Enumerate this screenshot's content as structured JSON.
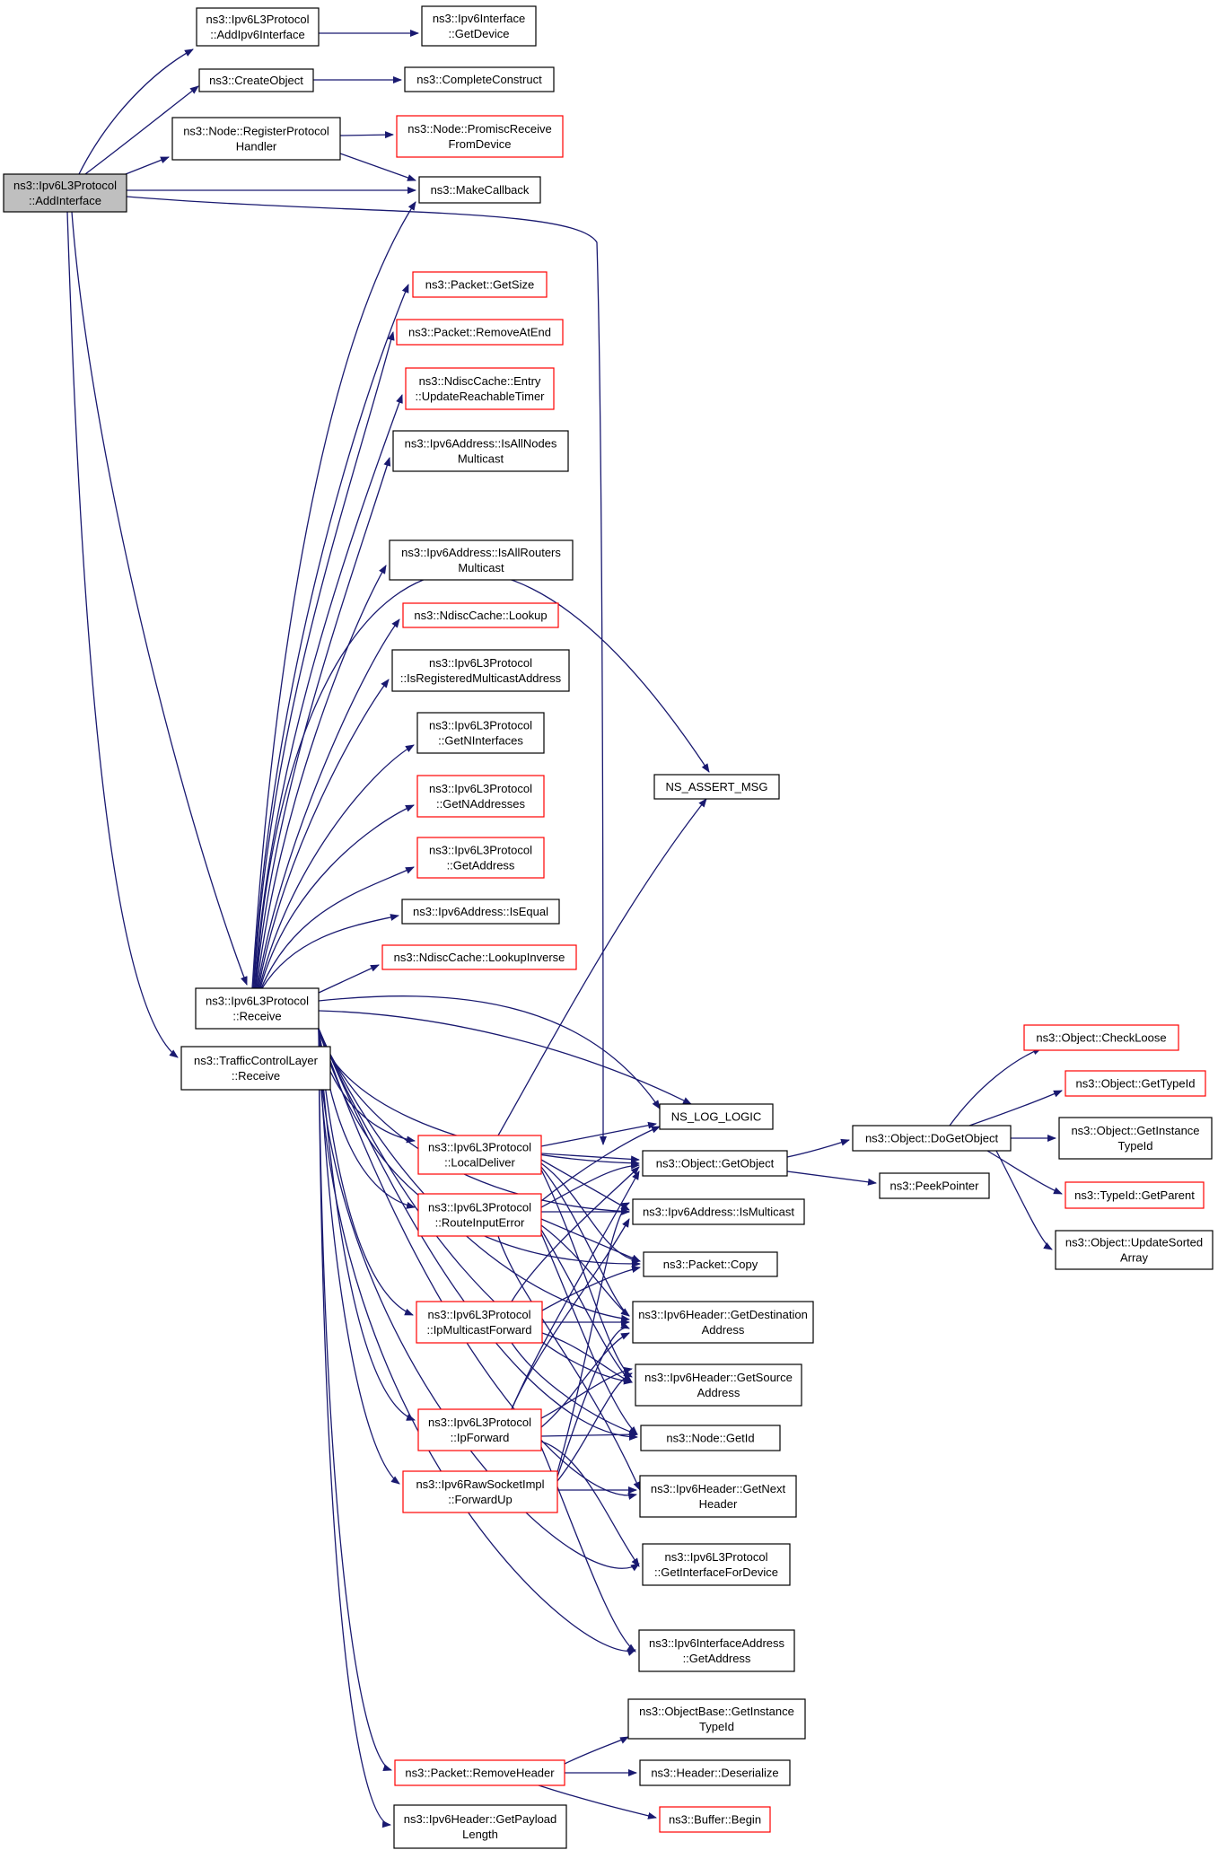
{
  "colors": {
    "edge": "#191970",
    "normal_border": "#000000",
    "incomplete_border": "#ff0000",
    "root_fill": "#bfbfbf",
    "node_fill": "#ffffff"
  },
  "nodes": {
    "add_interface": {
      "lines": [
        "ns3::Ipv6L3Protocol",
        "::AddInterface"
      ],
      "kind": "root"
    },
    "add_ipv6_interface": {
      "lines": [
        "ns3::Ipv6L3Protocol",
        "::AddIpv6Interface"
      ],
      "kind": "normal"
    },
    "ipv6_interface_get_device": {
      "lines": [
        "ns3::Ipv6Interface",
        "::GetDevice"
      ],
      "kind": "normal"
    },
    "create_object": {
      "lines": [
        "ns3::CreateObject"
      ],
      "kind": "normal"
    },
    "complete_construct": {
      "lines": [
        "ns3::CompleteConstruct"
      ],
      "kind": "normal"
    },
    "register_protocol_handler": {
      "lines": [
        "ns3::Node::RegisterProtocol",
        "Handler"
      ],
      "kind": "normal"
    },
    "promisc_receive": {
      "lines": [
        "ns3::Node::PromiscReceive",
        "FromDevice"
      ],
      "kind": "incomplete"
    },
    "make_callback": {
      "lines": [
        "ns3::MakeCallback"
      ],
      "kind": "normal"
    },
    "packet_get_size": {
      "lines": [
        "ns3::Packet::GetSize"
      ],
      "kind": "incomplete"
    },
    "packet_remove_at_end": {
      "lines": [
        "ns3::Packet::RemoveAtEnd"
      ],
      "kind": "incomplete"
    },
    "update_reachable_timer": {
      "lines": [
        "ns3::NdiscCache::Entry",
        "::UpdateReachableTimer"
      ],
      "kind": "incomplete"
    },
    "is_all_nodes_multicast": {
      "lines": [
        "ns3::Ipv6Address::IsAllNodes",
        "Multicast"
      ],
      "kind": "normal"
    },
    "is_all_routers_multicast": {
      "lines": [
        "ns3::Ipv6Address::IsAllRouters",
        "Multicast"
      ],
      "kind": "normal"
    },
    "ndisc_lookup": {
      "lines": [
        "ns3::NdiscCache::Lookup"
      ],
      "kind": "incomplete"
    },
    "is_registered_multicast": {
      "lines": [
        "ns3::Ipv6L3Protocol",
        "::IsRegisteredMulticastAddress"
      ],
      "kind": "normal"
    },
    "get_n_interfaces": {
      "lines": [
        "ns3::Ipv6L3Protocol",
        "::GetNInterfaces"
      ],
      "kind": "normal"
    },
    "get_n_addresses": {
      "lines": [
        "ns3::Ipv6L3Protocol",
        "::GetNAddresses"
      ],
      "kind": "incomplete"
    },
    "get_address": {
      "lines": [
        "ns3::Ipv6L3Protocol",
        "::GetAddress"
      ],
      "kind": "incomplete"
    },
    "is_equal": {
      "lines": [
        "ns3::Ipv6Address::IsEqual"
      ],
      "kind": "normal"
    },
    "lookup_inverse": {
      "lines": [
        "ns3::NdiscCache::LookupInverse"
      ],
      "kind": "incomplete"
    },
    "receive": {
      "lines": [
        "ns3::Ipv6L3Protocol",
        "::Receive"
      ],
      "kind": "normal"
    },
    "tc_receive": {
      "lines": [
        "ns3::TrafficControlLayer",
        "::Receive"
      ],
      "kind": "normal"
    },
    "ns_assert_msg": {
      "lines": [
        "NS_ASSERT_MSG"
      ],
      "kind": "normal"
    },
    "ns_log_logic": {
      "lines": [
        "NS_LOG_LOGIC"
      ],
      "kind": "normal"
    },
    "local_deliver": {
      "lines": [
        "ns3::Ipv6L3Protocol",
        "::LocalDeliver"
      ],
      "kind": "incomplete"
    },
    "route_input_error": {
      "lines": [
        "ns3::Ipv6L3Protocol",
        "::RouteInputError"
      ],
      "kind": "incomplete"
    },
    "ip_multicast_forward": {
      "lines": [
        "ns3::Ipv6L3Protocol",
        "::IpMulticastForward"
      ],
      "kind": "incomplete"
    },
    "ip_forward": {
      "lines": [
        "ns3::Ipv6L3Protocol",
        "::IpForward"
      ],
      "kind": "incomplete"
    },
    "forward_up": {
      "lines": [
        "ns3::Ipv6RawSocketImpl",
        "::ForwardUp"
      ],
      "kind": "incomplete"
    },
    "get_object": {
      "lines": [
        "ns3::Object::GetObject"
      ],
      "kind": "normal"
    },
    "is_multicast": {
      "lines": [
        "ns3::Ipv6Address::IsMulticast"
      ],
      "kind": "normal"
    },
    "packet_copy": {
      "lines": [
        "ns3::Packet::Copy"
      ],
      "kind": "normal"
    },
    "get_destination": {
      "lines": [
        "ns3::Ipv6Header::GetDestination",
        "Address"
      ],
      "kind": "normal"
    },
    "get_source": {
      "lines": [
        "ns3::Ipv6Header::GetSource",
        "Address"
      ],
      "kind": "normal"
    },
    "node_get_id": {
      "lines": [
        "ns3::Node::GetId"
      ],
      "kind": "normal"
    },
    "get_next_header": {
      "lines": [
        "ns3::Ipv6Header::GetNext",
        "Header"
      ],
      "kind": "normal"
    },
    "get_interface_for_device": {
      "lines": [
        "ns3::Ipv6L3Protocol",
        "::GetInterfaceForDevice"
      ],
      "kind": "normal"
    },
    "iface_addr_get_address": {
      "lines": [
        "ns3::Ipv6InterfaceAddress",
        "::GetAddress"
      ],
      "kind": "normal"
    },
    "get_instance_type_id_base": {
      "lines": [
        "ns3::ObjectBase::GetInstance",
        "TypeId"
      ],
      "kind": "normal"
    },
    "remove_header": {
      "lines": [
        "ns3::Packet::RemoveHeader"
      ],
      "kind": "incomplete"
    },
    "header_deserialize": {
      "lines": [
        "ns3::Header::Deserialize"
      ],
      "kind": "normal"
    },
    "buffer_begin": {
      "lines": [
        "ns3::Buffer::Begin"
      ],
      "kind": "incomplete"
    },
    "get_payload_length": {
      "lines": [
        "ns3::Ipv6Header::GetPayload",
        "Length"
      ],
      "kind": "normal"
    },
    "do_get_object": {
      "lines": [
        "ns3::Object::DoGetObject"
      ],
      "kind": "normal"
    },
    "peek_pointer": {
      "lines": [
        "ns3::PeekPointer"
      ],
      "kind": "normal"
    },
    "check_loose": {
      "lines": [
        "ns3::Object::CheckLoose"
      ],
      "kind": "incomplete"
    },
    "object_get_type_id": {
      "lines": [
        "ns3::Object::GetTypeId"
      ],
      "kind": "incomplete"
    },
    "object_get_instance_type_id": {
      "lines": [
        "ns3::Object::GetInstance",
        "TypeId"
      ],
      "kind": "normal"
    },
    "type_id_get_parent": {
      "lines": [
        "ns3::TypeId::GetParent"
      ],
      "kind": "incomplete"
    },
    "update_sorted_array": {
      "lines": [
        "ns3::Object::UpdateSorted",
        "Array"
      ],
      "kind": "normal"
    }
  }
}
